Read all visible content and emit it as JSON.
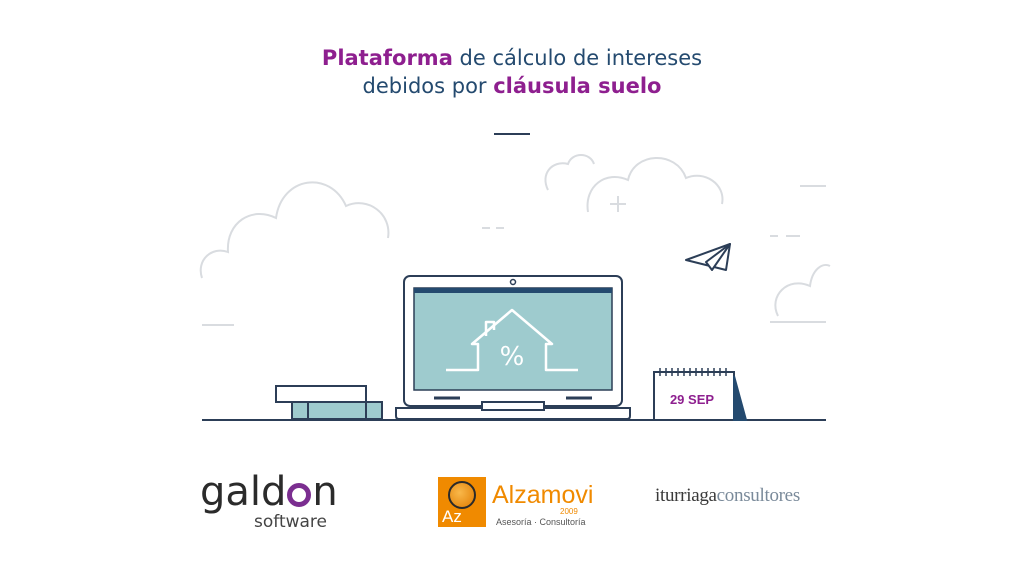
{
  "headline": {
    "line1_accent": "Plataforma",
    "line1_rest": " de cálculo de intereses",
    "line2_start": "debidos por ",
    "line2_accent": "cláusula suelo"
  },
  "illustration": {
    "screen_symbol": "%",
    "calendar_date": "29 SEP",
    "icons": [
      "house-outline-icon",
      "paper-plane-icon",
      "calendar-icon",
      "books-icon",
      "laptop-icon",
      "cloud-icon"
    ]
  },
  "logos": {
    "galdon": {
      "word_start": "gald",
      "word_end": "n",
      "sub": "software"
    },
    "alzamovi": {
      "box_letters": "Az",
      "name": "Alzamovi",
      "year": "2009",
      "tagline": "Asesoría · Consultoría"
    },
    "iturriaga": {
      "part_a": "iturriaga",
      "part_b": "consultores"
    }
  },
  "colors": {
    "navy": "#244a6f",
    "accent_purple": "#8e1f8f",
    "screen_teal": "#9ecbce",
    "cloud_line": "#d9dce0",
    "orange": "#f08a00"
  }
}
